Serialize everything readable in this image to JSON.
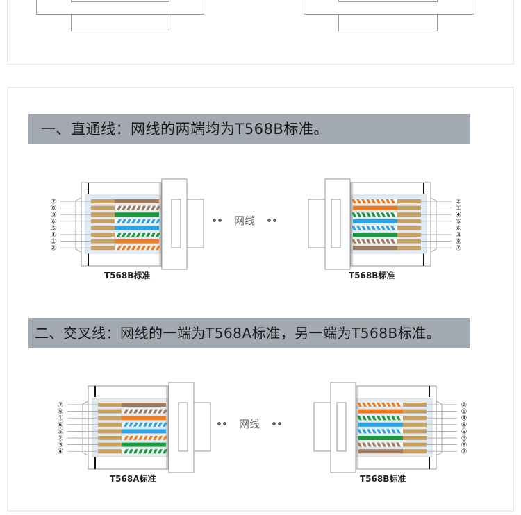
{
  "sections": [
    {
      "banner": "一、直通线：网线的两端均为T568B标准。",
      "cable_label": "网线",
      "left": {
        "caption": "T568B标准",
        "pins": [
          "⑦",
          "⑧",
          "③",
          "⑥",
          "⑤",
          "④",
          "①",
          "②"
        ],
        "wires": [
          "brown",
          "brown-stripe",
          "green",
          "blue-stripe",
          "blue",
          "green-stripe",
          "orange",
          "orange-stripe"
        ]
      },
      "right": {
        "caption": "T568B标准",
        "pins": [
          "②",
          "①",
          "④",
          "⑤",
          "⑥",
          "③",
          "⑧",
          "⑦"
        ],
        "wires": [
          "orange-stripe",
          "orange",
          "green-stripe",
          "blue",
          "blue-stripe",
          "green",
          "brown-stripe",
          "brown"
        ]
      }
    },
    {
      "banner": "二、交叉线：网线的一端为T568A标准，另一端为T568B标准。",
      "cable_label": "网线",
      "left": {
        "caption": "T568A标准",
        "pins": [
          "⑦",
          "⑧",
          "①",
          "⑥",
          "⑤",
          "②",
          "③",
          "④"
        ],
        "wires": [
          "brown",
          "brown-stripe",
          "orange",
          "blue-stripe",
          "blue",
          "orange-stripe",
          "green",
          "green-stripe"
        ]
      },
      "right": {
        "caption": "T568B标准",
        "pins": [
          "②",
          "①",
          "④",
          "⑤",
          "⑥",
          "③",
          "⑧",
          "⑦"
        ],
        "wires": [
          "orange-stripe",
          "orange",
          "green-stripe",
          "blue",
          "blue-stripe",
          "green",
          "brown-stripe",
          "brown"
        ]
      }
    }
  ],
  "colors": {
    "banner_bg": "#a2a9b0",
    "brown": "#a07a5a",
    "orange": "#f07a1e",
    "green": "#1a9a3c",
    "blue": "#2aa3e6",
    "contact": "#c8a062",
    "plug_body": "#e3ebf2"
  }
}
